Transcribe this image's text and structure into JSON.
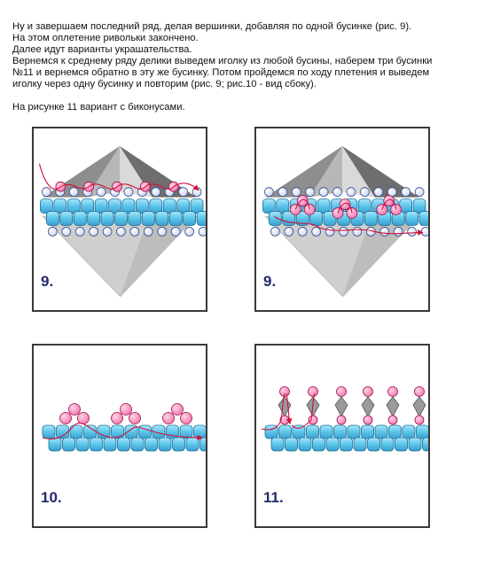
{
  "instructions": {
    "lines": [
      "Ну и завершаем последний ряд, делая вершинки, добавляя по одной бусинке (рис. 9).",
      "На этом оплетение ривольки закончено.",
      "Далее идут варианты украшательства.",
      "Вернемся к среднему ряду делики выведем иголку из любой бусины, наберем три бусинки",
      "№11 и вернемся обратно в эту же бусинку. Потом пройдемся по ходу плетения и выведем",
      "иголку через одну бусинку и повторим (рис. 9;  рис.10 - вид сбоку)."
    ],
    "note": "На рисунке 11 вариант с биконусами."
  },
  "figures": [
    {
      "id": "fig9a",
      "label": "9."
    },
    {
      "id": "fig9b",
      "label": "9."
    },
    {
      "id": "fig10",
      "label": "10."
    },
    {
      "id": "fig11",
      "label": "11."
    }
  ],
  "colors": {
    "delica": "#5cc6ea",
    "delica_stroke": "#1b6f96",
    "seed_bead": "#c9d3ef",
    "pink_bead": "#f07ab0",
    "pink_stroke": "#a3104e",
    "thread": "#d0103a",
    "label": "#232a6b"
  }
}
